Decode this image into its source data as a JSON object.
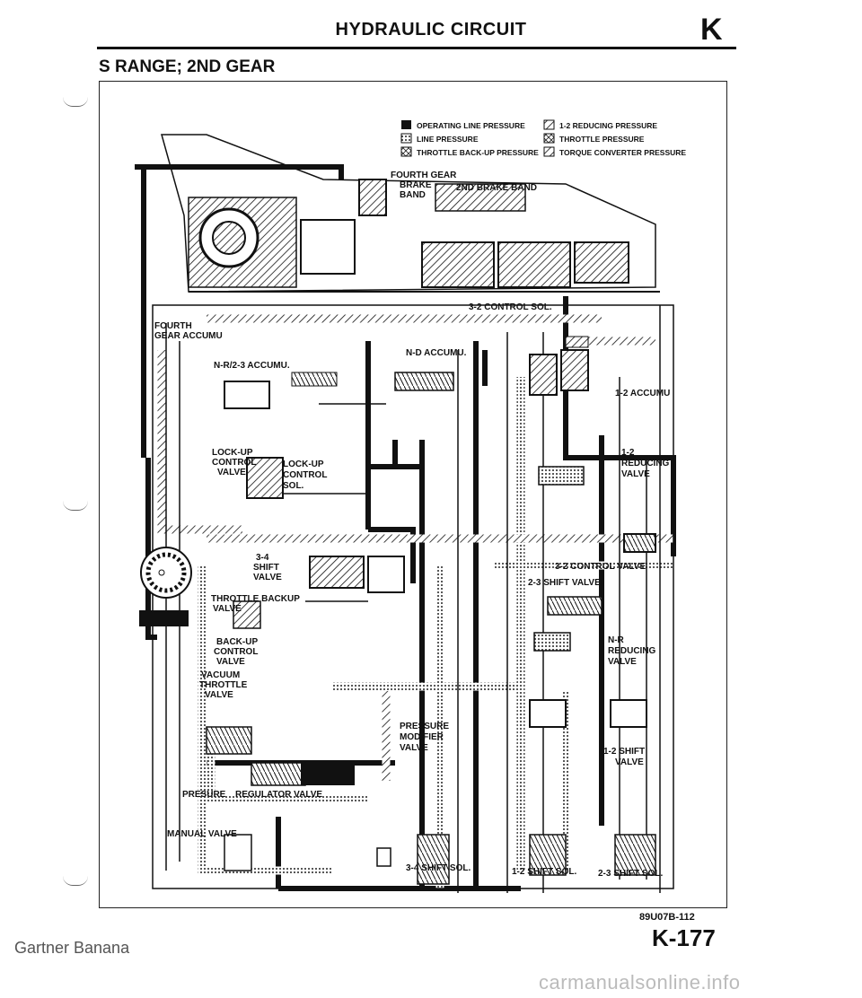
{
  "header": {
    "title": "HYDRAULIC CIRCUIT",
    "letter": "K"
  },
  "section_title": "S RANGE; 2ND GEAR",
  "legend": {
    "left": [
      "OPERATING LINE PRESSURE",
      "LINE PRESSURE",
      "THROTTLE BACK-UP PRESSURE"
    ],
    "right": [
      "1-2 REDUCING PRESSURE",
      "THROTTLE PRESSURE",
      "TORQUE CONVERTER PRESSURE"
    ]
  },
  "labels": {
    "fourth_gear_brake_band": [
      "FOURTH GEAR",
      "BRAKE",
      "BAND"
    ],
    "second_brake_band": "2ND BRAKE BAND",
    "fourth_gear_accumu": [
      "FOURTH",
      "GEAR ACCUMU"
    ],
    "control_sol_32": "3-2 CONTROL SOL.",
    "nd_accumu": "N-D ACCUMU.",
    "nr23_accumu": "N-R/2-3 ACCUMU.",
    "accumu_12": "1-2 ACCUMU",
    "lockup_control_valve": [
      "LOCK-UP",
      "CONTROL",
      "VALVE"
    ],
    "lockup_control_sol": [
      "LOCK-UP",
      "CONTROL",
      "SOL."
    ],
    "reducing_valve_12": [
      "1-2",
      "REDUCING",
      "VALVE"
    ],
    "shift_valve_34": [
      "3-4",
      "SHIFT",
      "VALVE"
    ],
    "control_valve_32": "3-2 CONTROL VALVE",
    "shift_valve_23": "2-3 SHIFT VALVE",
    "throttle_backup_valve": [
      "THROTTLE BACKUP",
      "VALVE"
    ],
    "backup_control_valve": [
      "BACK-UP",
      "CONTROL",
      "VALVE"
    ],
    "nr_reducing_valve": [
      "N-R",
      "REDUCING",
      "VALVE"
    ],
    "vacuum_throttle_valve": [
      "VACUUM",
      "THROTTLE",
      "VALVE"
    ],
    "pressure_modifier_valve": [
      "PRESSURE",
      "MODIFIER",
      "VALVE"
    ],
    "shift_valve_12": [
      "1-2 SHIFT",
      "VALVE"
    ],
    "pressure_regulator_valve": [
      "PRESURE",
      "REGULATOR VALVE"
    ],
    "manual_valve": "MANUAL VALVE",
    "shift_sol_34": "3-4 SHIFT SOL.",
    "shift_sol_12": "1-2 SHIFT SOL.",
    "shift_sol_23": "2-3 SHIFT SOL."
  },
  "footer": {
    "figure_code": "89U07B-112",
    "page_number": "K-177"
  },
  "watermarks": {
    "left": "Gartner Banana",
    "right": "carmanualsonline.info"
  }
}
